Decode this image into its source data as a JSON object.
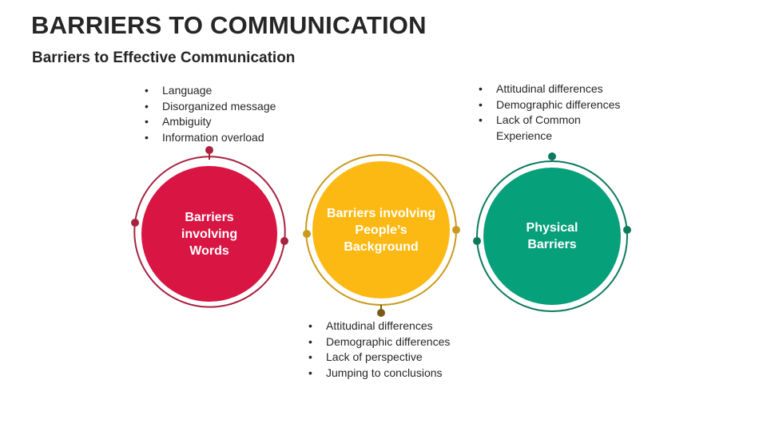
{
  "title": "BARRIERS TO COMMUNICATION",
  "subtitle": "Barriers to Effective Communication",
  "colors": {
    "words": "#D81543",
    "words_ring": "#A8223F",
    "background": "#FDB913",
    "background_ring": "#C99A1C",
    "background_connector": "#7B5A12",
    "physical": "#06A07A",
    "physical_ring": "#0D7A5E"
  },
  "circles": [
    {
      "label": "Barriers involving Words",
      "bullets": [
        "Language",
        "Disorganized message",
        "Ambiguity",
        "Information overload"
      ]
    },
    {
      "label": "Barriers involving People’s Background",
      "bullets": [
        "Attitudinal differences",
        "Demographic differences",
        "Lack of perspective",
        "Jumping to conclusions"
      ]
    },
    {
      "label": "Physical Barriers",
      "bullets": [
        "Attitudinal differences",
        "Demographic differences",
        "Lack of Common Experience"
      ]
    }
  ]
}
